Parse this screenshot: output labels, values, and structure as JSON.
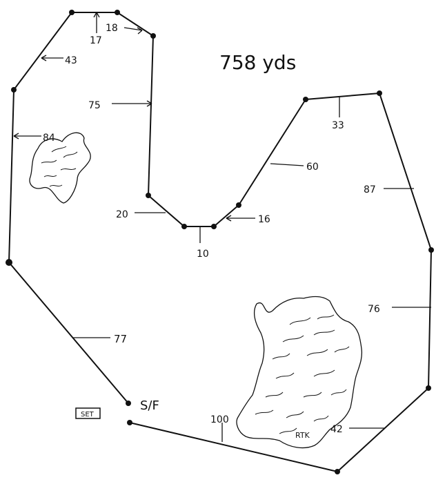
{
  "course": {
    "total_distance": "758 yds",
    "start_finish_label": "S/F",
    "set_box_label": "SET",
    "rock_label": "RTK",
    "segment_labels": {
      "seg_43": "43",
      "seg_17": "17",
      "seg_18": "18",
      "seg_75": "75",
      "seg_84": "84",
      "seg_20": "20",
      "seg_10": "10",
      "seg_16": "16",
      "seg_60": "60",
      "seg_33": "33",
      "seg_87": "87",
      "seg_76": "76",
      "seg_77": "77",
      "seg_100": "100",
      "seg_42": "42"
    }
  }
}
